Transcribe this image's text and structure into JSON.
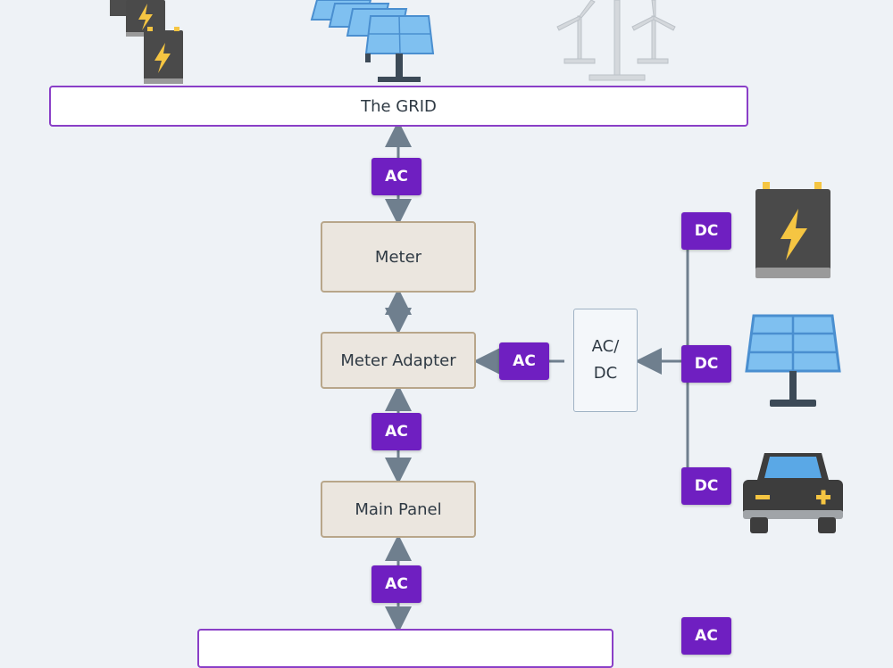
{
  "grid": {
    "label": "The GRID"
  },
  "nodes": {
    "meter": "Meter",
    "meter_adapter": "Meter Adapter",
    "main_panel": "Main Panel",
    "converter_line1": "AC/",
    "converter_line2": "DC"
  },
  "tags": {
    "grid_to_meter": "AC",
    "adapter_from_converter": "AC",
    "adapter_to_panel": "AC",
    "panel_to_bottom": "AC",
    "battery": "DC",
    "solar": "DC",
    "car": "DC",
    "bottom_right": "AC"
  },
  "icons": [
    "battery-stack-icon",
    "solar-panel-array-icon",
    "wind-turbines-icon",
    "home-battery-icon",
    "solar-panel-icon",
    "electric-car-icon"
  ],
  "colors": {
    "tag_bg": "#6f1fc1",
    "grid_border": "#8a3fc7",
    "node_bg": "#ebe6df",
    "node_border": "#b8a68a",
    "connector": "#6f7f8e"
  }
}
